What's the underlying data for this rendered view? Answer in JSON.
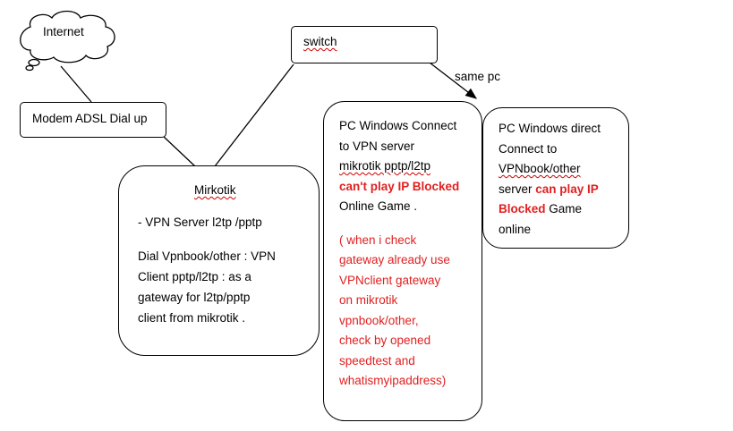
{
  "nodes": {
    "internet": {
      "label": "Internet"
    },
    "modem": {
      "label": "Modem ADSL Dial up"
    },
    "switch": {
      "label": "switch"
    },
    "mikrotik": {
      "title": "Mirkotik",
      "line1": "- VPN Server l2tp /pptp",
      "line2a": "Dial Vpnbook/other  : VPN",
      "line2b": "Client pptp/l2tp  : as a",
      "line2c": "gateway for l2tp/pptp",
      "line2d": "client from mikrotik ."
    },
    "pc_vpn": {
      "l1": "PC Windows  Connect",
      "l2": "to VPN server",
      "l3": "mikrotik  pptp/l2tp",
      "l4": "can't play IP Blocked",
      "l5": "Online Game .",
      "n1": "( when i check",
      "n2": "gateway already use",
      "n3": "VPNclient gateway",
      "n4": "on mikrotik",
      "n5": "vpnbook/other,",
      "n6": "check by opened",
      "n7": "speedtest and",
      "n8": "whatismyipaddress)"
    },
    "pc_direct": {
      "l1": "PC Windows  direct",
      "l2": "Connect to",
      "l3": "VPNbook/other",
      "l4a": "server ",
      "l4b": "can play IP",
      "l5a": "Blocked",
      "l5b": " Game",
      "l6": "online"
    }
  },
  "edges": {
    "same_pc_label": "same pc"
  },
  "colors": {
    "highlight": "#e02020",
    "stroke": "#000000"
  }
}
